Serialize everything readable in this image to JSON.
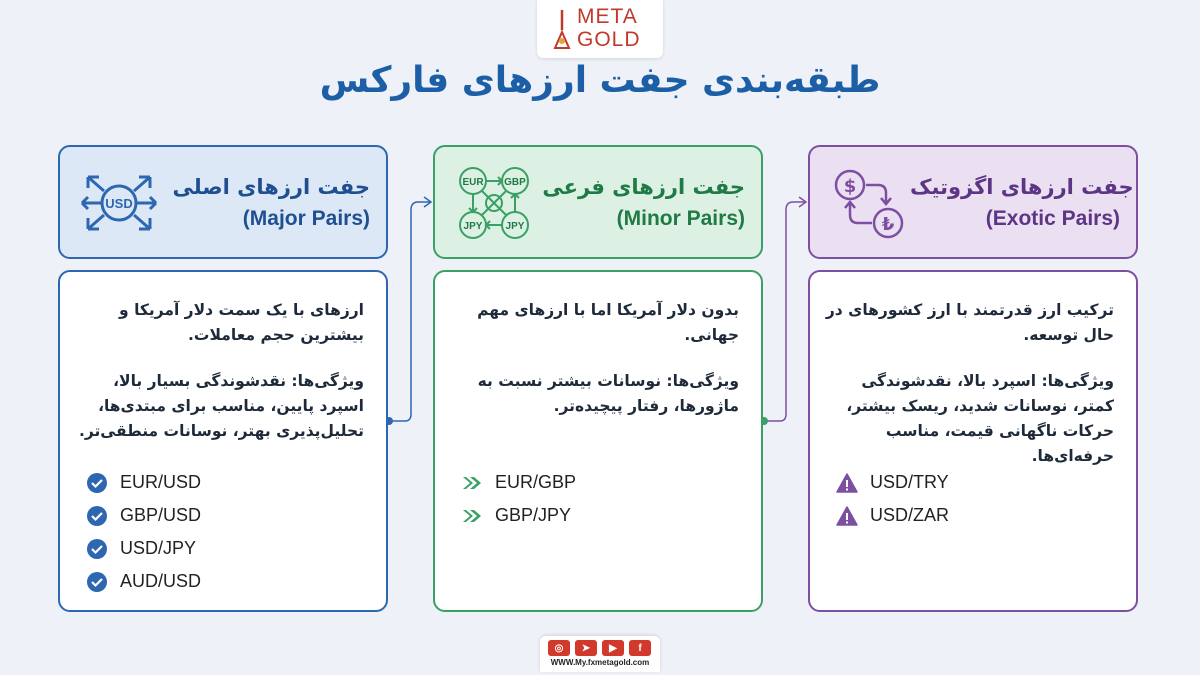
{
  "brand": {
    "line1": "META",
    "line2": "GOLD"
  },
  "title": "طبقه‌بندی جفت ارزهای فارکس",
  "categories": [
    {
      "id": "major",
      "title_fa": "جفت ارزهای اصلی",
      "title_en": "(Major Pairs)",
      "icon": "usd-arrows-icon",
      "icon_label": "USD",
      "description": "ارزهای با یک سمت دلار آمریکا و بیشترین حجم معاملات.",
      "features": "ویژگی‌ها: نقدشوندگی بسیار بالا، اسپرد پایین، مناسب برای مبتدی‌ها، تحلیل‌پذیری بهتر، نوسانات منطقی‌تر.",
      "bullet_icon": "check-circle-icon",
      "pairs": [
        "EUR/USD",
        "GBP/USD",
        "USD/JPY",
        "AUD/USD"
      ],
      "color": "#2e67b1"
    },
    {
      "id": "minor",
      "title_fa": "جفت ارزهای فرعی",
      "title_en": "(Minor Pairs)",
      "icon": "currency-exchange-icon",
      "icon_labels": [
        "EUR",
        "GBP",
        "JPY",
        "JPY"
      ],
      "description": "بدون دلار آمریکا اما با ارزهای مهم جهانی.",
      "features": "ویژگی‌ها: نوسانات بیشتر نسبت به ماژورها، رفتار پیچیده‌تر.",
      "bullet_icon": "double-arrow-icon",
      "pairs": [
        "EUR/GBP",
        "GBP/JPY"
      ],
      "color": "#3aa064"
    },
    {
      "id": "exotic",
      "title_fa": "جفت ارزهای اگزوتیک",
      "title_en": "(Exotic Pairs)",
      "icon": "dollar-to-lira-icon",
      "icon_labels": [
        "$",
        "₺"
      ],
      "description": "ترکیب ارز قدرتمند با ارز کشورهای در حال توسعه.",
      "features": "ویژگی‌ها: اسپرد بالا، نقدشوندگی کمتر، نوسانات شدید، ریسک بیشتر، حرکات ناگهانی قیمت، مناسب حرفه‌ای‌ها.",
      "bullet_icon": "warning-icon",
      "pairs": [
        "USD/TRY",
        "USD/ZAR"
      ],
      "color": "#7d4fa0"
    }
  ],
  "footer": {
    "social_icons": [
      "instagram-icon",
      "telegram-icon",
      "youtube-icon",
      "facebook-icon"
    ],
    "url": "WWW.My.fxmetagold.com"
  }
}
